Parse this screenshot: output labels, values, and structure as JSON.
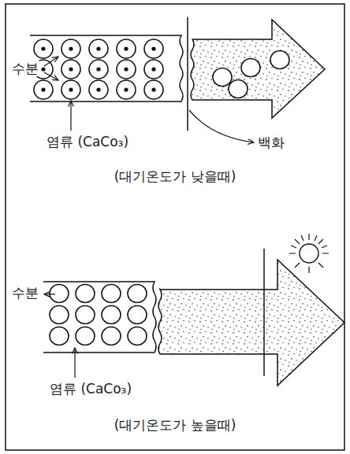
{
  "diagram": {
    "labels": [
      "수분",
      "염류 (CaCo₃)",
      "백화",
      "(대기온도가 낮을때)",
      "수분",
      "염류 (CaCo₃)",
      "(대기온도가 높을때)"
    ]
  }
}
